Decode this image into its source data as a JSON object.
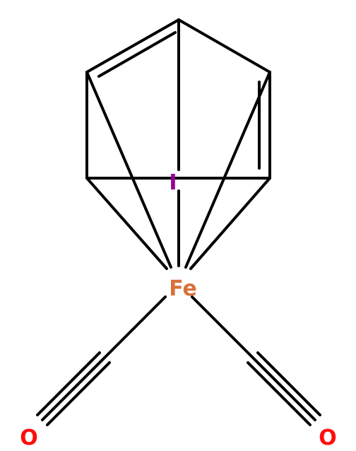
{
  "atoms": {
    "iron": {
      "symbol": "Fe",
      "color": "#d9703b"
    },
    "iodine": {
      "symbol": "I",
      "color": "#940094"
    },
    "oxygen_left": {
      "symbol": "O",
      "color": "#ff0d0d"
    },
    "oxygen_right": {
      "symbol": "O",
      "color": "#ff0d0d"
    }
  },
  "bond_color": "#000000"
}
